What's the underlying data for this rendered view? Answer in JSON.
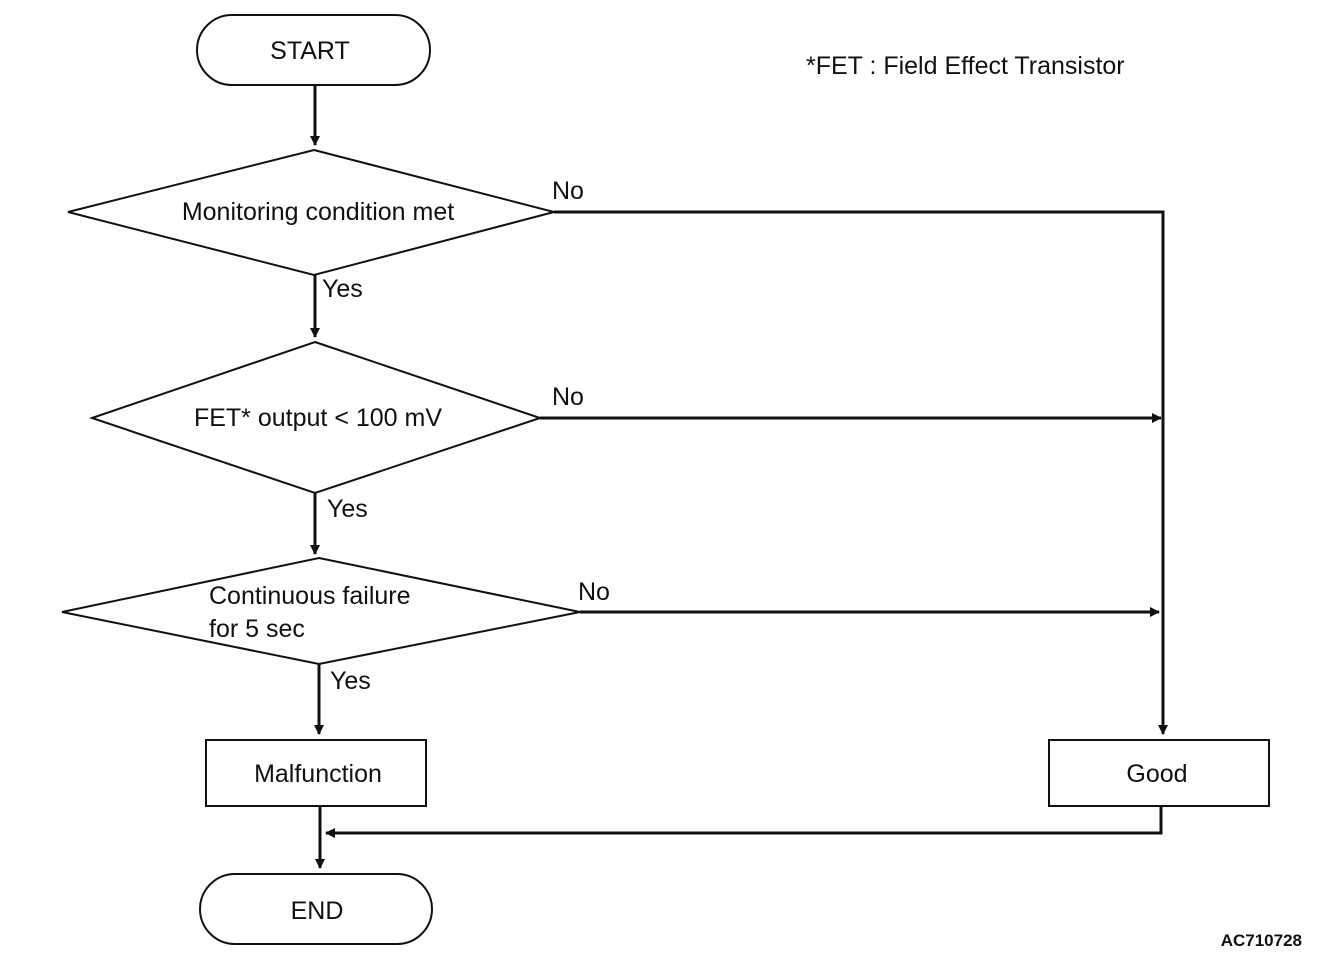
{
  "footnote": "*FET : Field Effect Transistor",
  "figure_code": "AC710728",
  "nodes": {
    "start": "START",
    "decision1": "Monitoring condition met",
    "decision2": "FET* output < 100 mV",
    "decision3_line1": "Continuous failure",
    "decision3_line2": "for 5 sec",
    "malfunction": "Malfunction",
    "good": "Good",
    "end": "END"
  },
  "edges": {
    "d1_yes": "Yes",
    "d1_no": "No",
    "d2_yes": "Yes",
    "d2_no": "No",
    "d3_yes": "Yes",
    "d3_no": "No"
  },
  "colors": {
    "line": "#111111",
    "background": "#ffffff"
  }
}
